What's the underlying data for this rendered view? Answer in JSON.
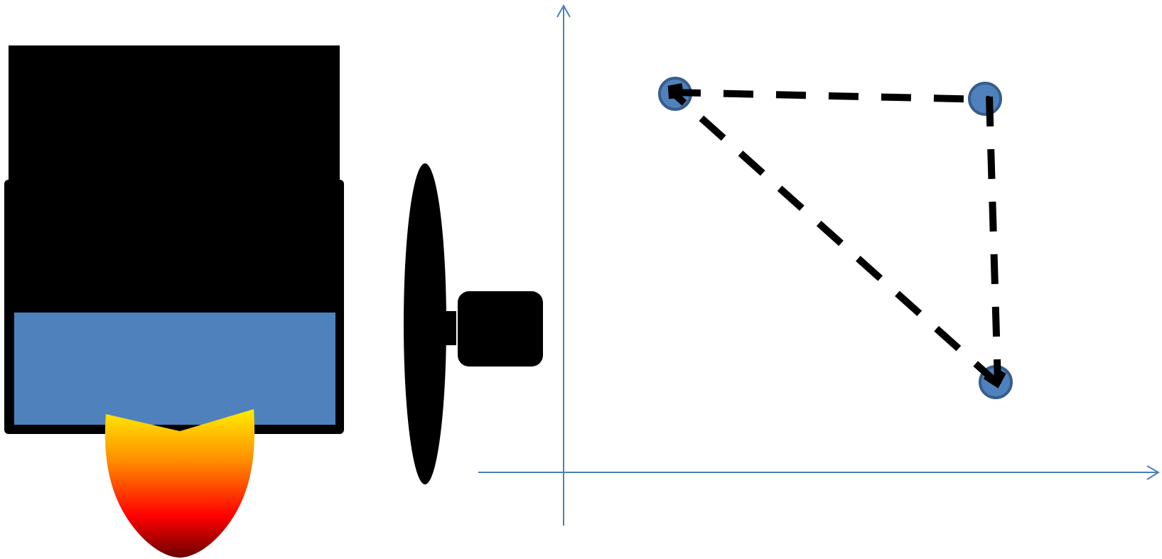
{
  "colors": {
    "background": "#ffffff",
    "black": "#000000",
    "blue_fill": "#4f81bd",
    "blue_stroke": "#385d8a",
    "axis_blue": "#4a7ebb",
    "flame_top": "#ffee00",
    "flame_mid": "#ff8c00",
    "flame_low": "#ff0000",
    "flame_bottom": "#6b0000"
  },
  "illustration": {
    "parts": [
      "rocket-body",
      "fuel-tank",
      "engine-flame",
      "nozzle-disc",
      "motor-block"
    ]
  },
  "diagram": {
    "axes": [
      "x-axis",
      "y-axis"
    ],
    "points": [
      {
        "name": "point-top-left"
      },
      {
        "name": "point-top-right"
      },
      {
        "name": "point-bottom-right"
      }
    ],
    "edges": [
      {
        "from": "point-top-left",
        "to": "point-top-right",
        "style": "dashed"
      },
      {
        "from": "point-top-right",
        "to": "point-bottom-right",
        "style": "dashed"
      },
      {
        "from": "point-bottom-right",
        "to": "point-top-left",
        "style": "dashed"
      }
    ]
  }
}
